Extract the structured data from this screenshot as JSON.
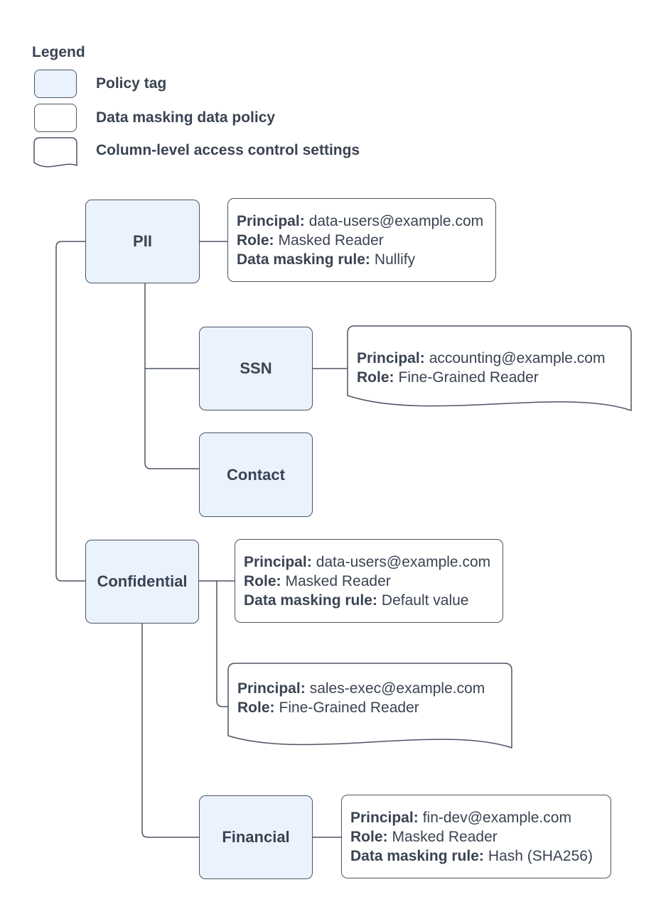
{
  "colors": {
    "node_fill": "#eaf2fd",
    "stroke": "#4b5563",
    "text": "#3a4352",
    "background": "#ffffff"
  },
  "legend": {
    "title": "Legend",
    "items": [
      {
        "swatch": "policy-tag-swatch",
        "label": "Policy tag"
      },
      {
        "swatch": "data-masking-policy-swatch",
        "label": "Data masking data policy"
      },
      {
        "swatch": "column-access-control-swatch",
        "label": "Column-level access control settings"
      }
    ]
  },
  "diagram": {
    "tags": {
      "pii": {
        "label": "PII"
      },
      "ssn": {
        "label": "SSN"
      },
      "contact": {
        "label": "Contact"
      },
      "confidential": {
        "label": "Confidential"
      },
      "financial": {
        "label": "Financial"
      }
    },
    "policies": {
      "pii_masking": {
        "lines": [
          {
            "label": "Principal:",
            "value": "data-users@example.com"
          },
          {
            "label": "Role:",
            "value": "Masked Reader"
          },
          {
            "label": "Data masking rule:",
            "value": "Nullify"
          }
        ]
      },
      "ssn_access": {
        "lines": [
          {
            "label": "Principal:",
            "value": "accounting@example.com"
          },
          {
            "label": "Role:",
            "value": "Fine-Grained Reader"
          }
        ]
      },
      "confidential_masking": {
        "lines": [
          {
            "label": "Principal:",
            "value": "data-users@example.com"
          },
          {
            "label": "Role:",
            "value": "Masked Reader"
          },
          {
            "label": "Data masking rule:",
            "value": "Default value"
          }
        ]
      },
      "confidential_access": {
        "lines": [
          {
            "label": "Principal:",
            "value": "sales-exec@example.com"
          },
          {
            "label": "Role:",
            "value": "Fine-Grained Reader"
          }
        ]
      },
      "financial_masking": {
        "lines": [
          {
            "label": "Principal:",
            "value": "fin-dev@example.com"
          },
          {
            "label": "Role:",
            "value": "Masked Reader"
          },
          {
            "label": "Data masking rule:",
            "value": "Hash (SHA256)"
          }
        ]
      }
    }
  }
}
